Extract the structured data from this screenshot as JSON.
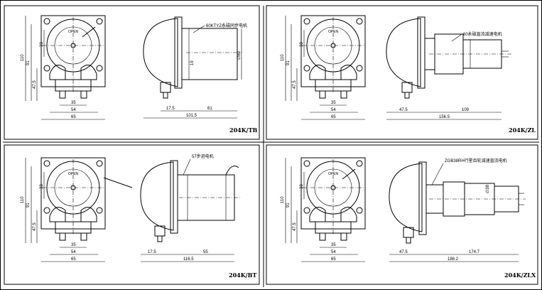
{
  "panels": [
    {
      "id": "tl",
      "code": "204K/TB",
      "motor_label": "60KTYZ永磁同步电机",
      "open_label": "OPEN",
      "front": {
        "left_dims": [
          "110",
          "91",
          "47.5"
        ],
        "top_dim": "33",
        "bottom_dims": [
          "35",
          "54",
          "65"
        ]
      },
      "side": {
        "height_dim": "∅80",
        "inner_dim": "19",
        "bottom_dims": [
          "17.5",
          "61",
          "101.5"
        ]
      }
    },
    {
      "id": "tr",
      "code": "204K/ZL",
      "motor_label": "60永磁直流减速电机",
      "open_label": "OPEN",
      "front": {
        "left_dims": [
          "110",
          "91",
          "47.5"
        ],
        "top_dim": "33",
        "bottom_dims": [
          "35",
          "54",
          "65"
        ]
      },
      "side": {
        "height_dim": "",
        "inner_dim": "",
        "bottom_dims": [
          "47.5",
          "109",
          "156.5"
        ]
      }
    },
    {
      "id": "bl",
      "code": "204K/BT",
      "motor_label": "57步进电机",
      "open_label": "OPEN",
      "front": {
        "left_dims": [
          "110",
          "91",
          "47.5"
        ],
        "top_dim": "33",
        "bottom_dims": [
          "35",
          "54",
          "65"
        ]
      },
      "side": {
        "height_dim": "",
        "inner_dim": "",
        "bottom_dims": [
          "17.5",
          "55",
          "116.5"
        ]
      }
    },
    {
      "id": "br",
      "code": "204K/ZLX",
      "motor_label": "ZGB38RH行星齿轮减速直流电机",
      "open_label": "OPEN",
      "front": {
        "left_dims": [
          "110",
          "91",
          "47.5"
        ],
        "top_dim": "33",
        "bottom_dims": [
          "35",
          "54",
          "65"
        ]
      },
      "side": {
        "height_dim": "∅38",
        "inner_dim": "",
        "bottom_dims": [
          "47.5",
          "174.7",
          "188.2"
        ]
      }
    }
  ]
}
